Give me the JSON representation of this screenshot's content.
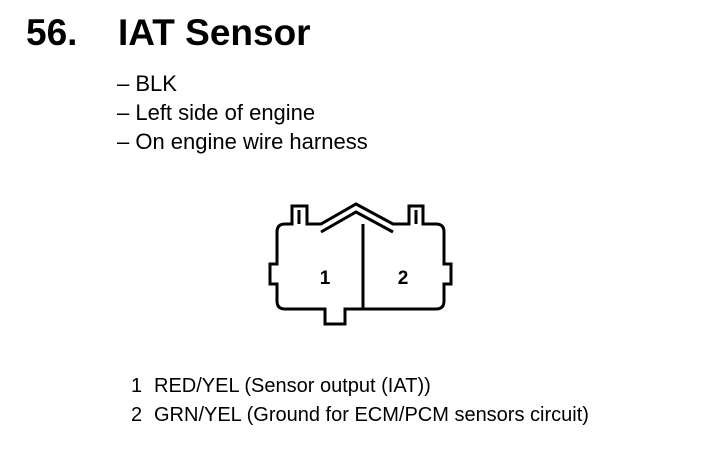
{
  "section": {
    "number": "56.",
    "title": "IAT Sensor"
  },
  "notes": [
    "– BLK",
    "– Left side of engine",
    "– On engine wire harness"
  ],
  "connector": {
    "terminal_labels": [
      "1",
      "2"
    ]
  },
  "pins": [
    {
      "number": "1",
      "description": "RED/YEL (Sensor output (IAT))"
    },
    {
      "number": "2",
      "description": "GRN/YEL (Ground for ECM/PCM sensors circuit)"
    }
  ]
}
